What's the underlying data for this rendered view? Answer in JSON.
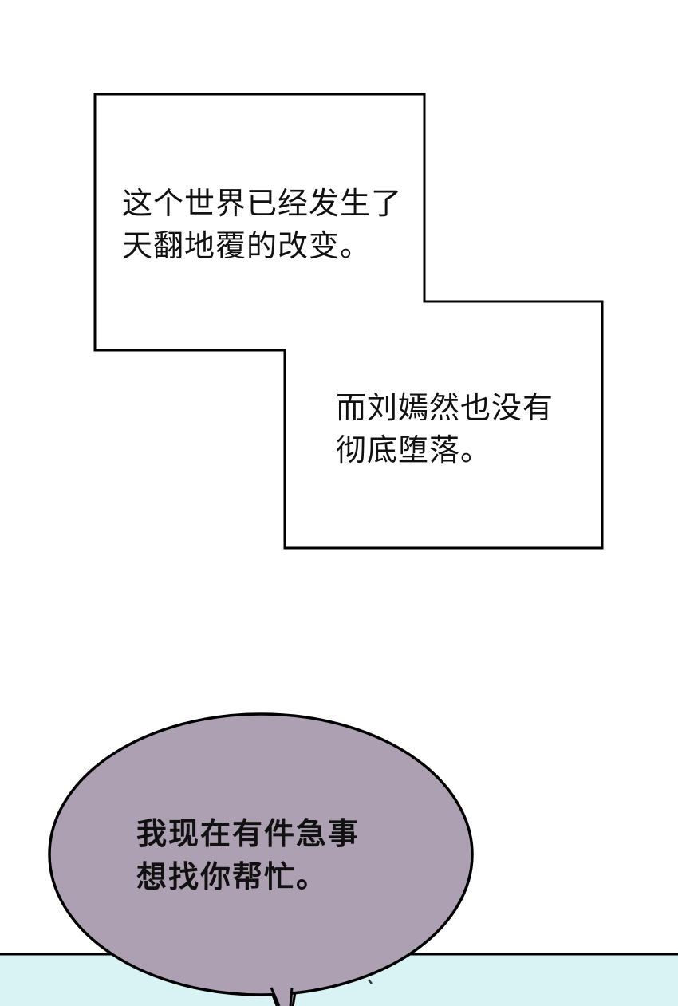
{
  "colors": {
    "page_background": "#ffffff",
    "outline": "#000000",
    "speech_bubble_fill": "#ada0b3",
    "bottom_panel_fill": "#d9f2f4"
  },
  "narration": {
    "box1": {
      "lines": [
        "这个世界已经发生了",
        "天翻地覆的改变。"
      ]
    },
    "box2": {
      "lines": [
        "而刘嫣然也没有",
        "彻底堕落。"
      ]
    }
  },
  "speech_bubble": {
    "lines": [
      "我现在有件急事",
      "想找你帮忙。"
    ]
  }
}
